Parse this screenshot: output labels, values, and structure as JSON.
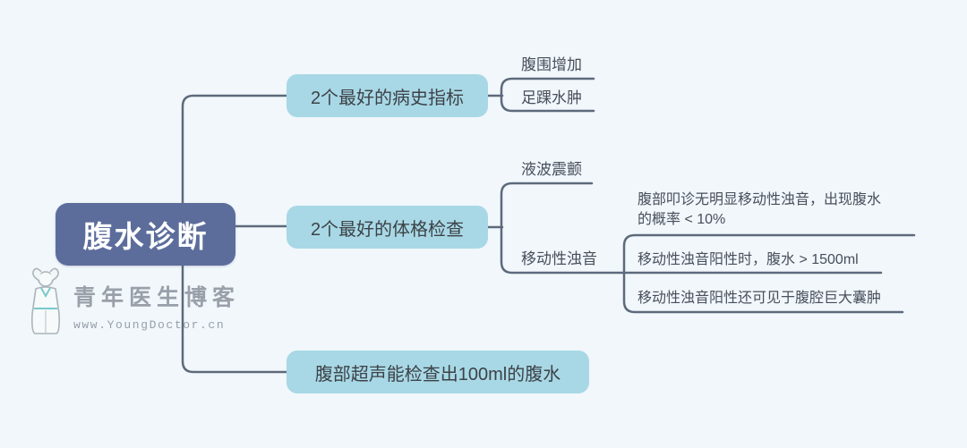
{
  "meta": {
    "title": "腹水诊断思维导图",
    "background_color": "#f1f7fb",
    "root_fill": "#5c6d9c",
    "branch_fill": "#a8d8e6",
    "line_color": "#5d6a7c",
    "text_color": "#494f5b"
  },
  "root": {
    "label": "腹水诊断"
  },
  "branches": [
    {
      "label": "2个最好的病史指标",
      "children": [
        {
          "label": "腹围增加"
        },
        {
          "label": "足踝水肿"
        }
      ]
    },
    {
      "label": "2个最好的体格检查",
      "children": [
        {
          "label": "液波震颤"
        },
        {
          "label": "移动性浊音",
          "children": [
            {
              "label_lines": [
                "腹部叩诊无明显移动性浊音，出现腹水",
                "的概率 < 10%"
              ]
            },
            {
              "label": "移动性浊音阳性时，腹水 > 1500ml"
            },
            {
              "label": "移动性浊音阳性还可见于腹腔巨大囊肿"
            }
          ]
        }
      ]
    },
    {
      "label": "腹部超声能检查出100ml的腹水"
    }
  ],
  "watermark": {
    "site_name": "青年医生博客",
    "site_url": "www.YoungDoctor.cn"
  }
}
